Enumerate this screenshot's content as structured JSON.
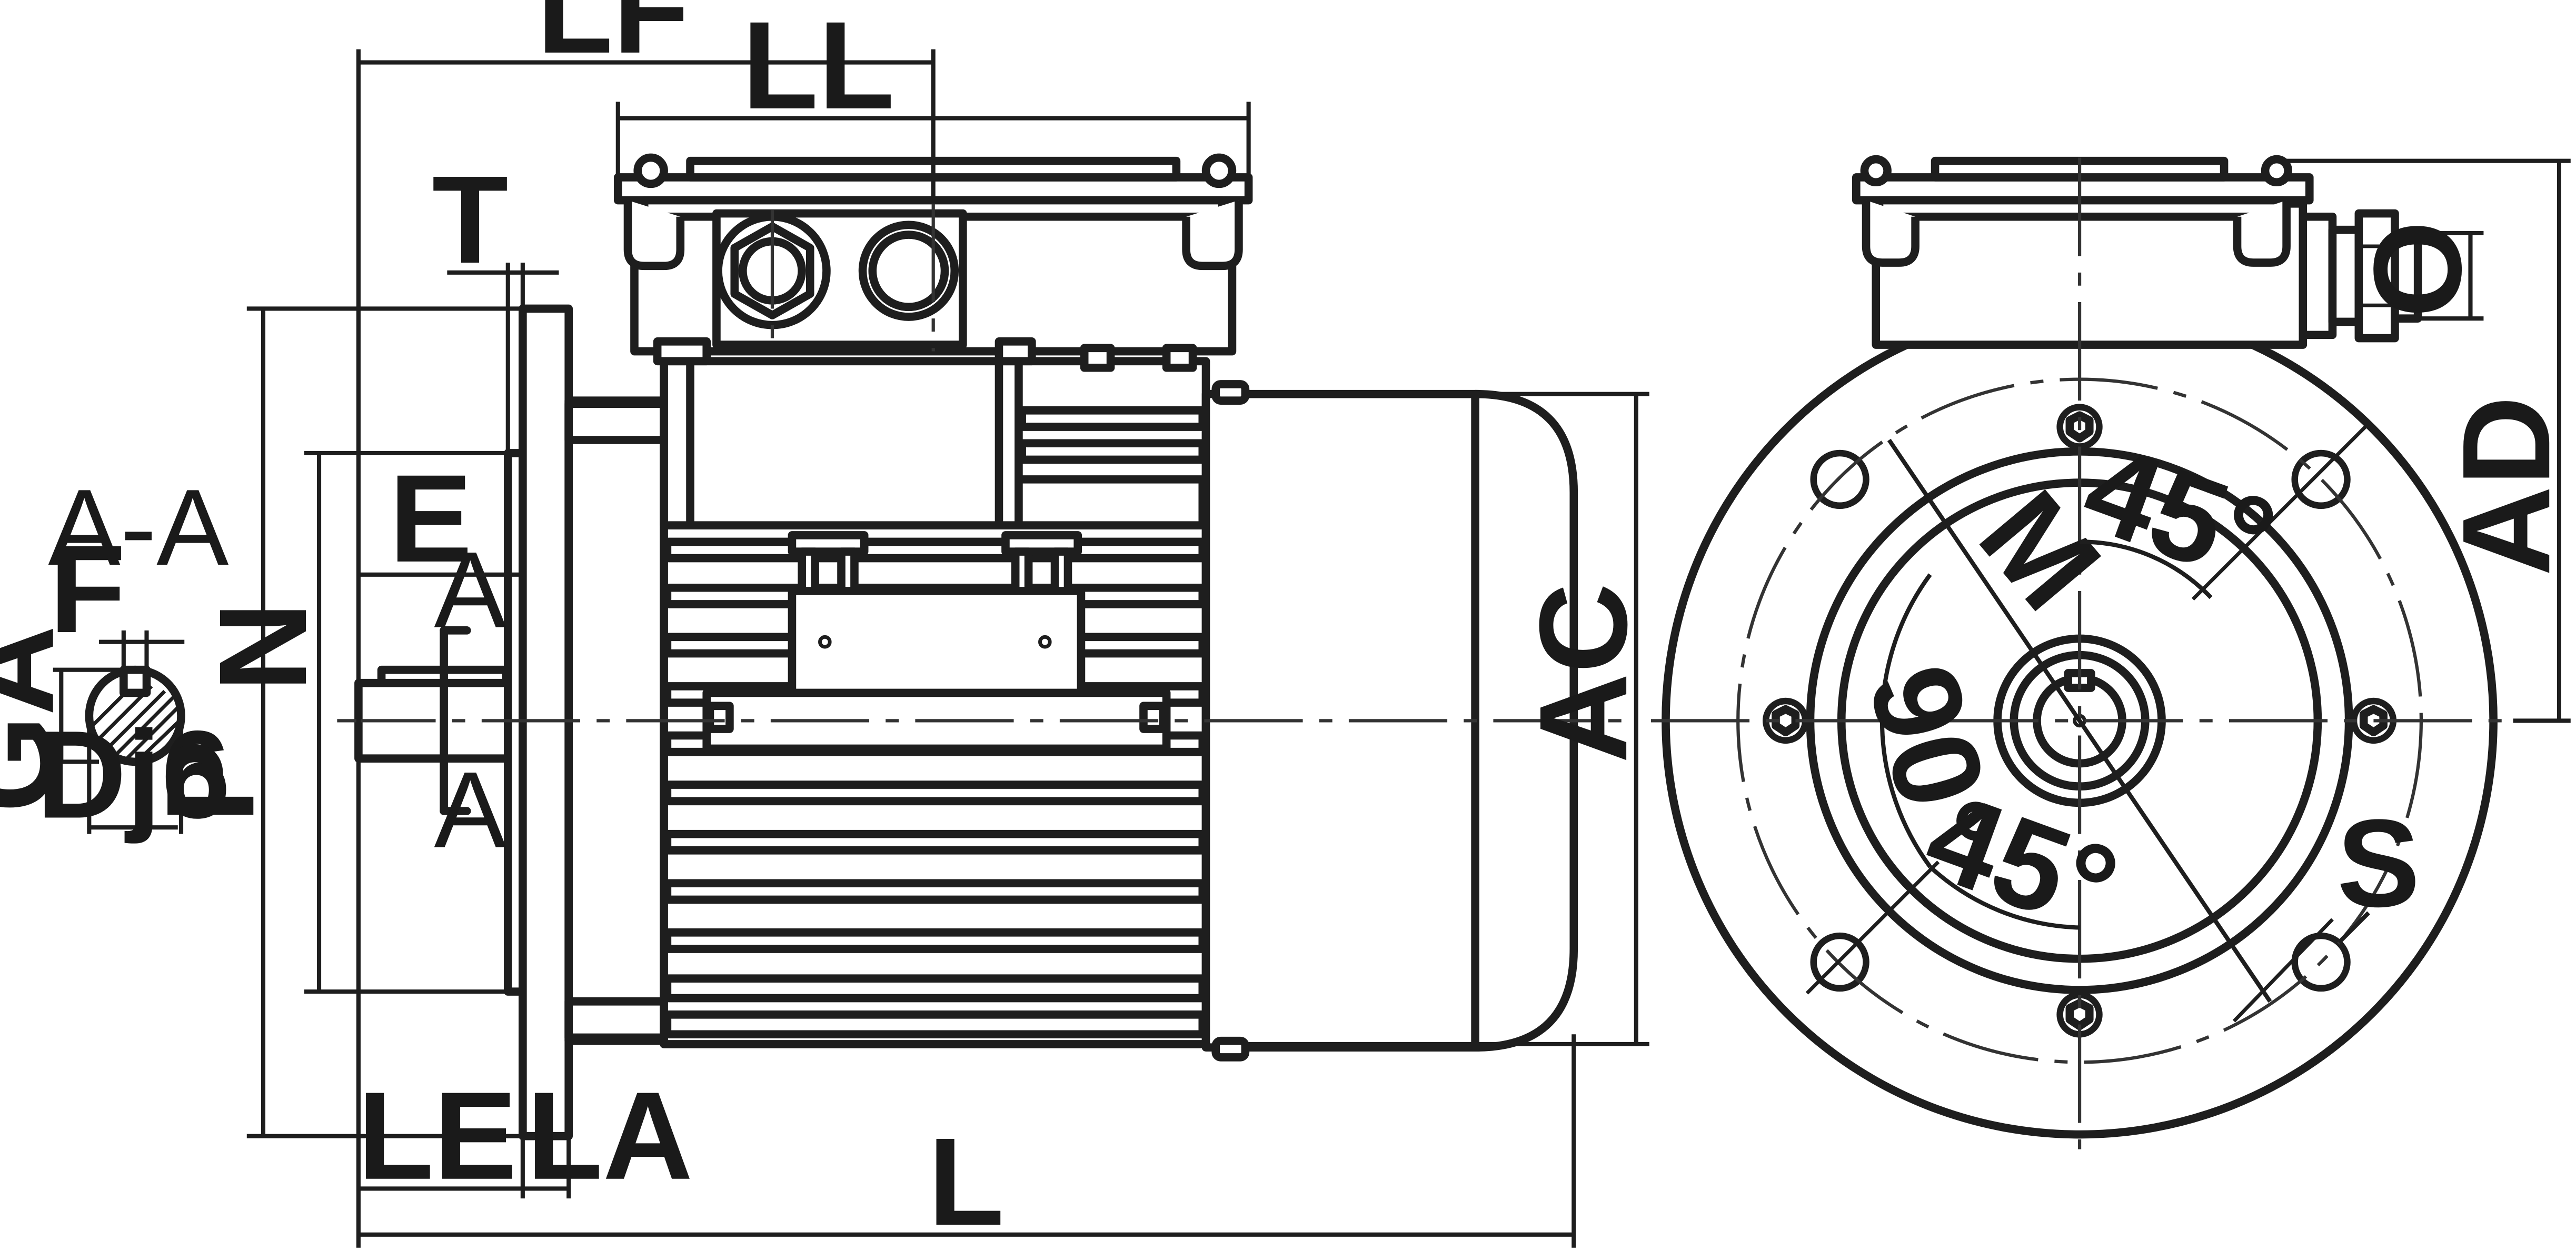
{
  "labels": {
    "LF": "LF",
    "LL": "LL",
    "T": "T",
    "P": "P",
    "N": "N",
    "E": "E",
    "AC": "AC",
    "LE": "LE",
    "LA": "LA",
    "L": "L",
    "section_AA": "A-A",
    "F": "F",
    "GA": "GA",
    "Dj6": "Dj6",
    "A_top": "A",
    "A_bottom": "A",
    "AD": "AD",
    "O": "O",
    "M": "M",
    "S": "S",
    "angle_45_top": "45°",
    "angle_90": "90°",
    "angle_45_bottom": "45°"
  }
}
